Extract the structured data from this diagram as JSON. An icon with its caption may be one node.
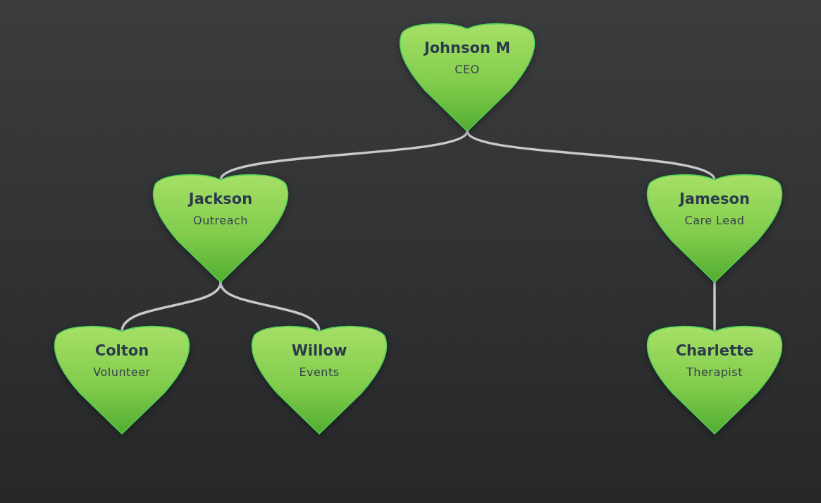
{
  "diagram": {
    "nodes": [
      {
        "text": [
          "Johnson M",
          "CEO"
        ]
      },
      {
        "text": [
          "Jackson",
          "Outreach"
        ]
      },
      {
        "text": [
          "Jameson",
          "Care Lead"
        ]
      },
      {
        "text": [
          "Colton",
          "Volunteer"
        ]
      },
      {
        "text": [
          "Willow",
          "Events"
        ]
      },
      {
        "text": [
          "Charlette",
          "Therapist"
        ]
      }
    ],
    "edges": [
      {
        "from": 0,
        "to": 1,
        "arrow": "none"
      },
      {
        "from": 0,
        "to": 2,
        "arrow": "none"
      },
      {
        "from": 1,
        "to": 3,
        "arrow": "none"
      },
      {
        "from": 1,
        "to": 4,
        "arrow": "none"
      },
      {
        "from": 2,
        "to": 5,
        "arrow": "none"
      }
    ]
  }
}
